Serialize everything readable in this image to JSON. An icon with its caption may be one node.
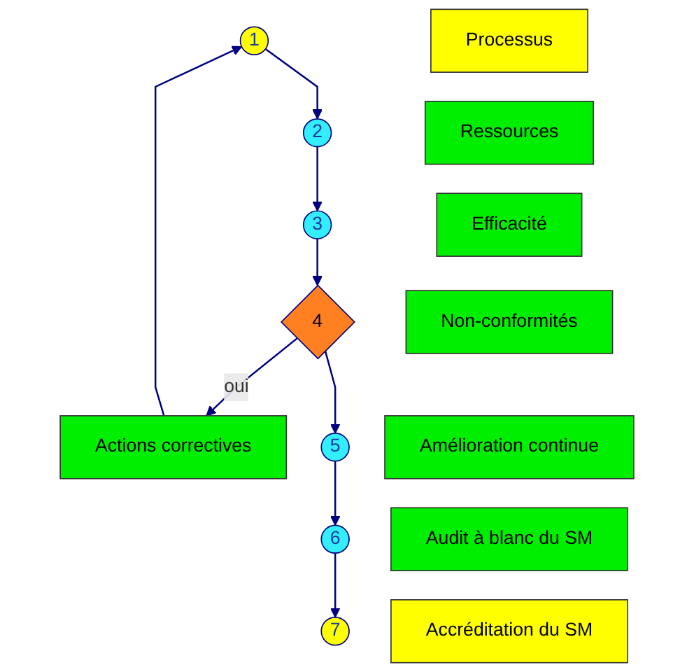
{
  "diagram": {
    "nodes": [
      {
        "text": [
          "1"
        ]
      },
      {
        "text": [
          "Processus"
        ]
      },
      {
        "text": [
          "2"
        ]
      },
      {
        "text": [
          "Ressources"
        ]
      },
      {
        "text": [
          "3"
        ]
      },
      {
        "text": [
          "Efficacité"
        ]
      },
      {
        "text": [
          "Actions correctives"
        ]
      },
      {
        "text": [
          "4"
        ]
      },
      {
        "text": [
          "Non-conformités"
        ]
      },
      {
        "text": [
          "5"
        ]
      },
      {
        "text": [
          "Amélioration continue"
        ]
      },
      {
        "text": [
          "6"
        ]
      },
      {
        "text": [
          "Audit à blanc du SM"
        ]
      },
      {
        "text": [
          "7"
        ]
      },
      {
        "text": [
          "Accréditation du SM"
        ]
      }
    ],
    "edges": [
      {
        "from": 0,
        "to": 2,
        "arrow": "to"
      },
      {
        "from": 2,
        "to": 4,
        "arrow": "to"
      },
      {
        "from": 4,
        "to": 7,
        "arrow": "to"
      },
      {
        "from": 7,
        "to": 6,
        "label": "oui",
        "arrow": "to"
      },
      {
        "from": 6,
        "to": 0,
        "arrow": "to"
      },
      {
        "from": 7,
        "to": 9,
        "arrow": "to"
      },
      {
        "from": 9,
        "to": 11,
        "arrow": "to"
      },
      {
        "from": 11,
        "to": 13,
        "arrow": "to"
      }
    ]
  }
}
